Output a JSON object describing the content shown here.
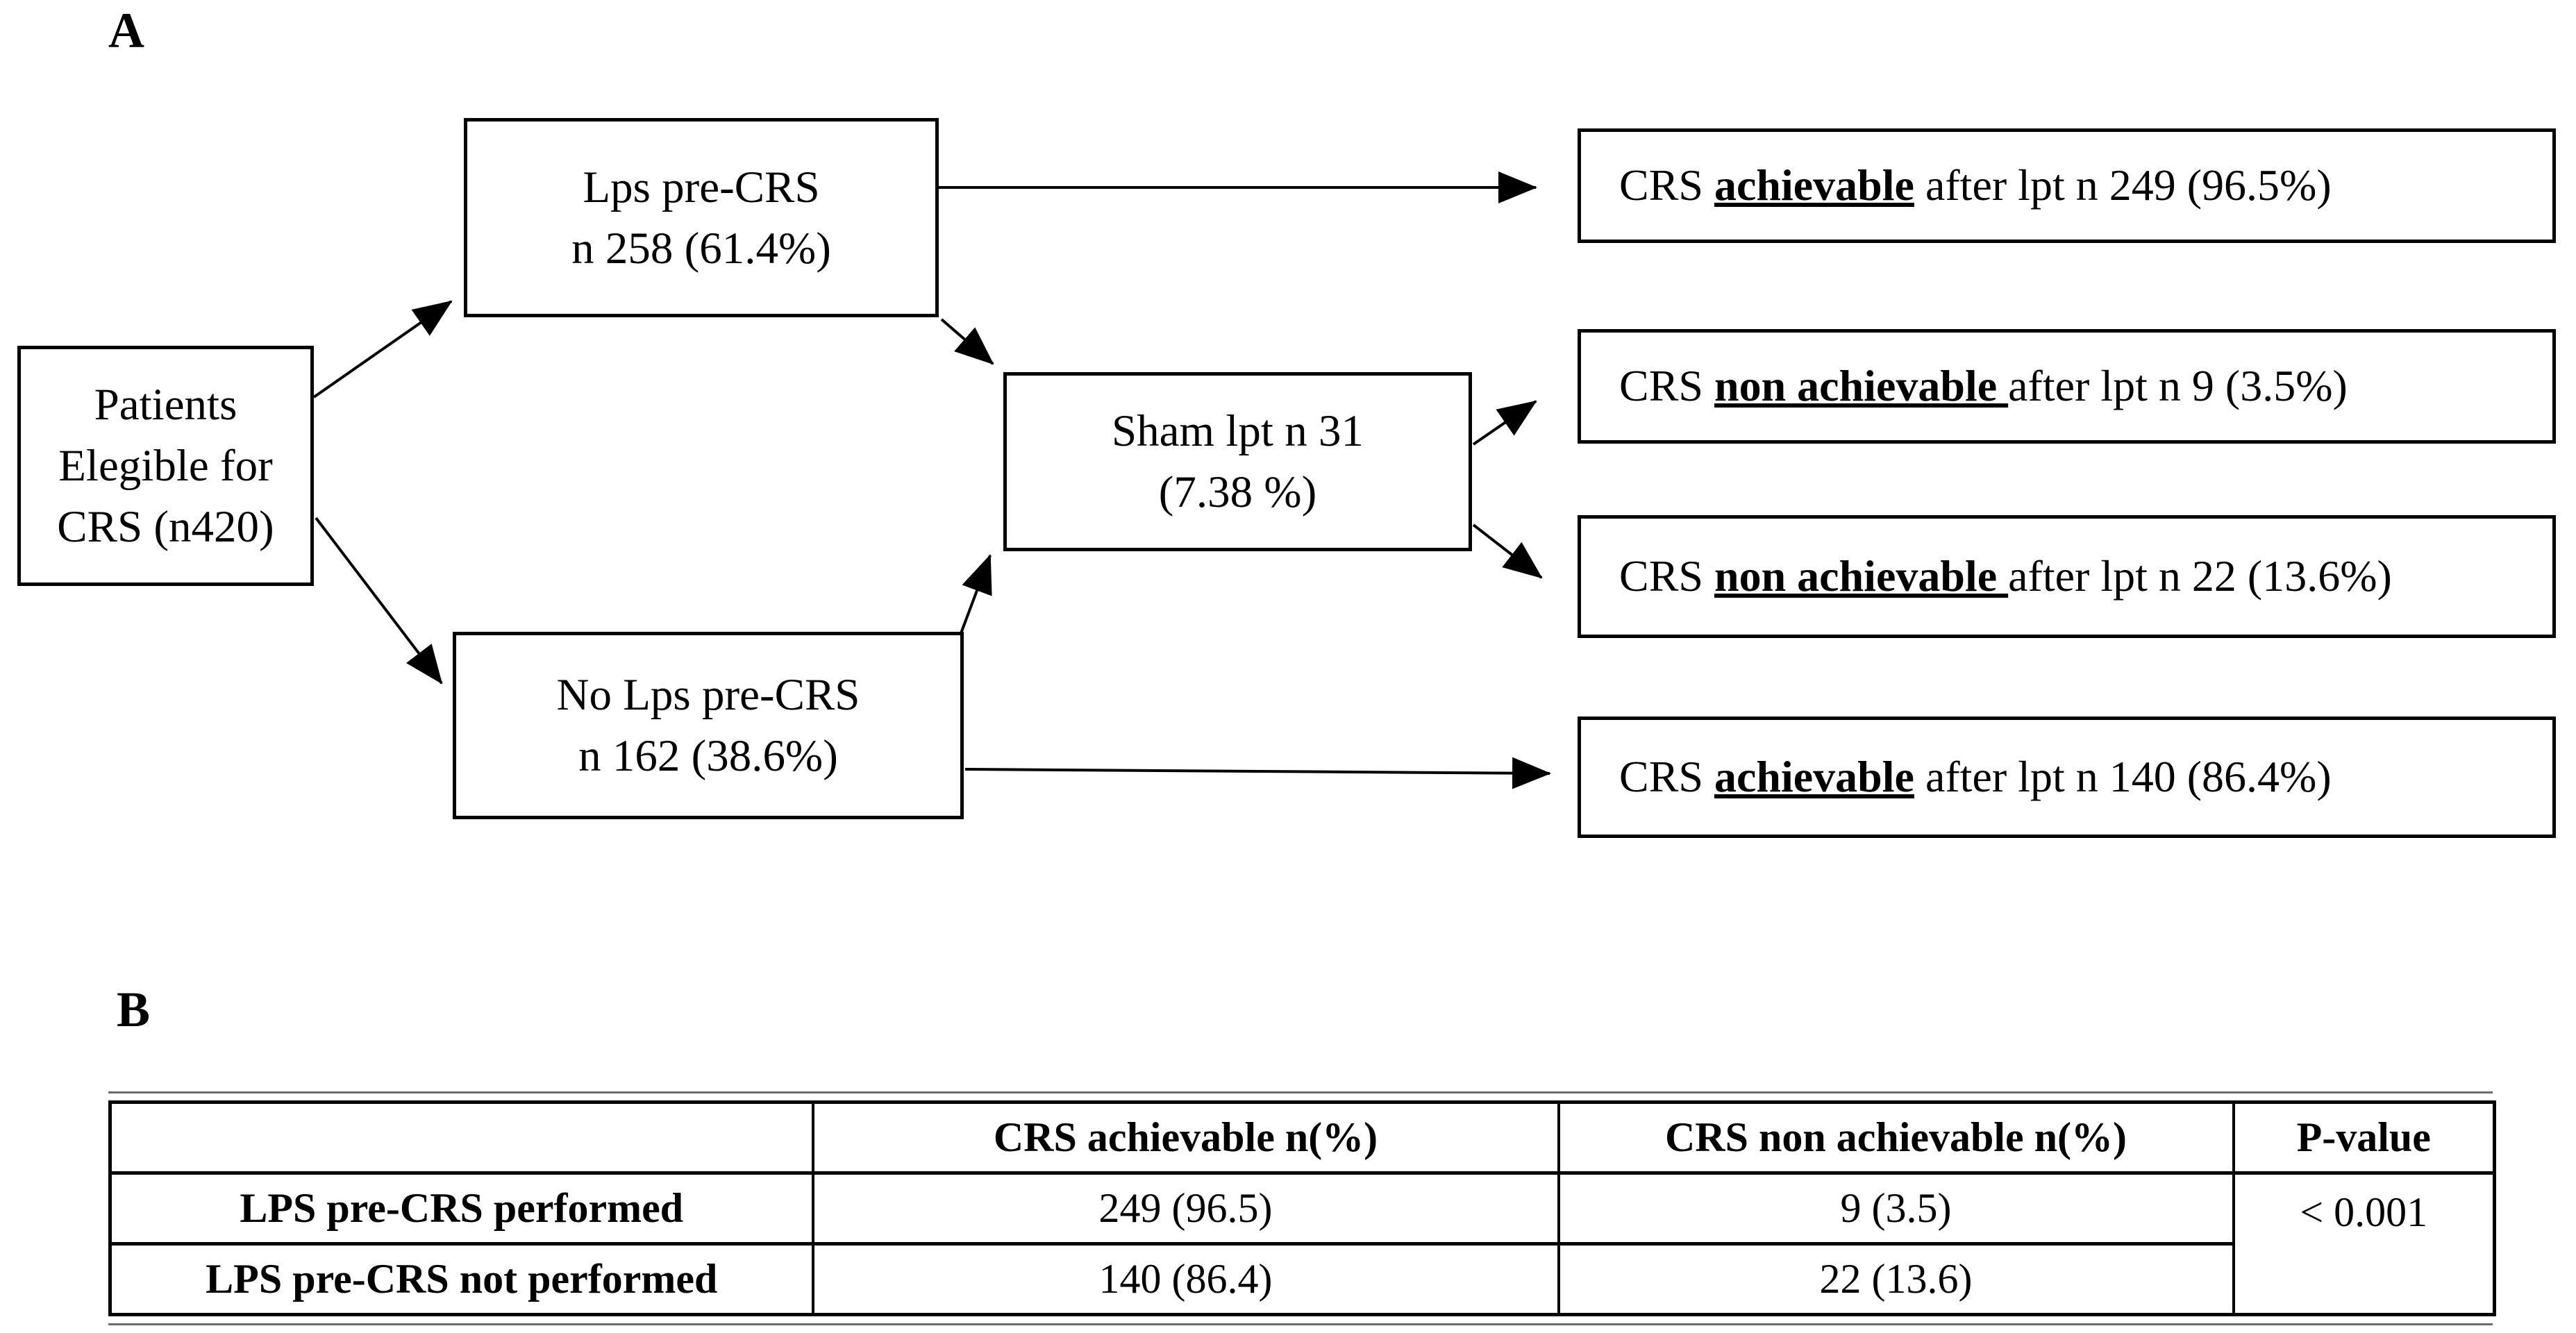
{
  "panel_a": {
    "label": "A",
    "boxes": {
      "patients": {
        "line1": "Patients",
        "line2": "Elegible for",
        "line3": "CRS (n420)"
      },
      "lps": {
        "line1": "Lps pre-CRS",
        "line2": "n 258 (61.4%)"
      },
      "no_lps": {
        "line1": "No Lps pre-CRS",
        "line2": "n 162 (38.6%)"
      },
      "sham": {
        "line1": "Sham lpt n 31",
        "line2": "(7.38 %)"
      }
    },
    "outcomes": [
      {
        "prefix": "CRS ",
        "emphasis": "achievable",
        "suffix": " after lpt n 249 (96.5%)"
      },
      {
        "prefix": "CRS ",
        "emphasis": "non achievable ",
        "suffix": "after lpt n 9 (3.5%)"
      },
      {
        "prefix": "CRS ",
        "emphasis": "non achievable ",
        "suffix": "after lpt n 22 (13.6%)"
      },
      {
        "prefix": "CRS ",
        "emphasis": "achievable",
        "suffix": " after lpt n 140 (86.4%)"
      }
    ],
    "edges": [
      {
        "from": "patients",
        "to": "lps"
      },
      {
        "from": "patients",
        "to": "no_lps"
      },
      {
        "from": "lps",
        "to": "outcome-1"
      },
      {
        "from": "lps",
        "to": "sham"
      },
      {
        "from": "no_lps",
        "to": "sham"
      },
      {
        "from": "sham",
        "to": "outcome-2"
      },
      {
        "from": "sham",
        "to": "outcome-3"
      },
      {
        "from": "no_lps",
        "to": "outcome-4"
      }
    ]
  },
  "panel_b": {
    "label": "B",
    "table": {
      "headers": [
        "",
        "CRS achievable n(%)",
        "CRS non achievable n(%)",
        "P-value"
      ],
      "rows": [
        {
          "label": "LPS pre-CRS performed",
          "crs_achievable": "249 (96.5)",
          "crs_non_achievable": "9 (3.5)"
        },
        {
          "label": "LPS pre-CRS not performed",
          "crs_achievable": "140 (86.4)",
          "crs_non_achievable": "22 (13.6)"
        }
      ],
      "p_value": "< 0.001"
    }
  },
  "colors": {
    "ink": "#000000",
    "background": "#ffffff"
  }
}
